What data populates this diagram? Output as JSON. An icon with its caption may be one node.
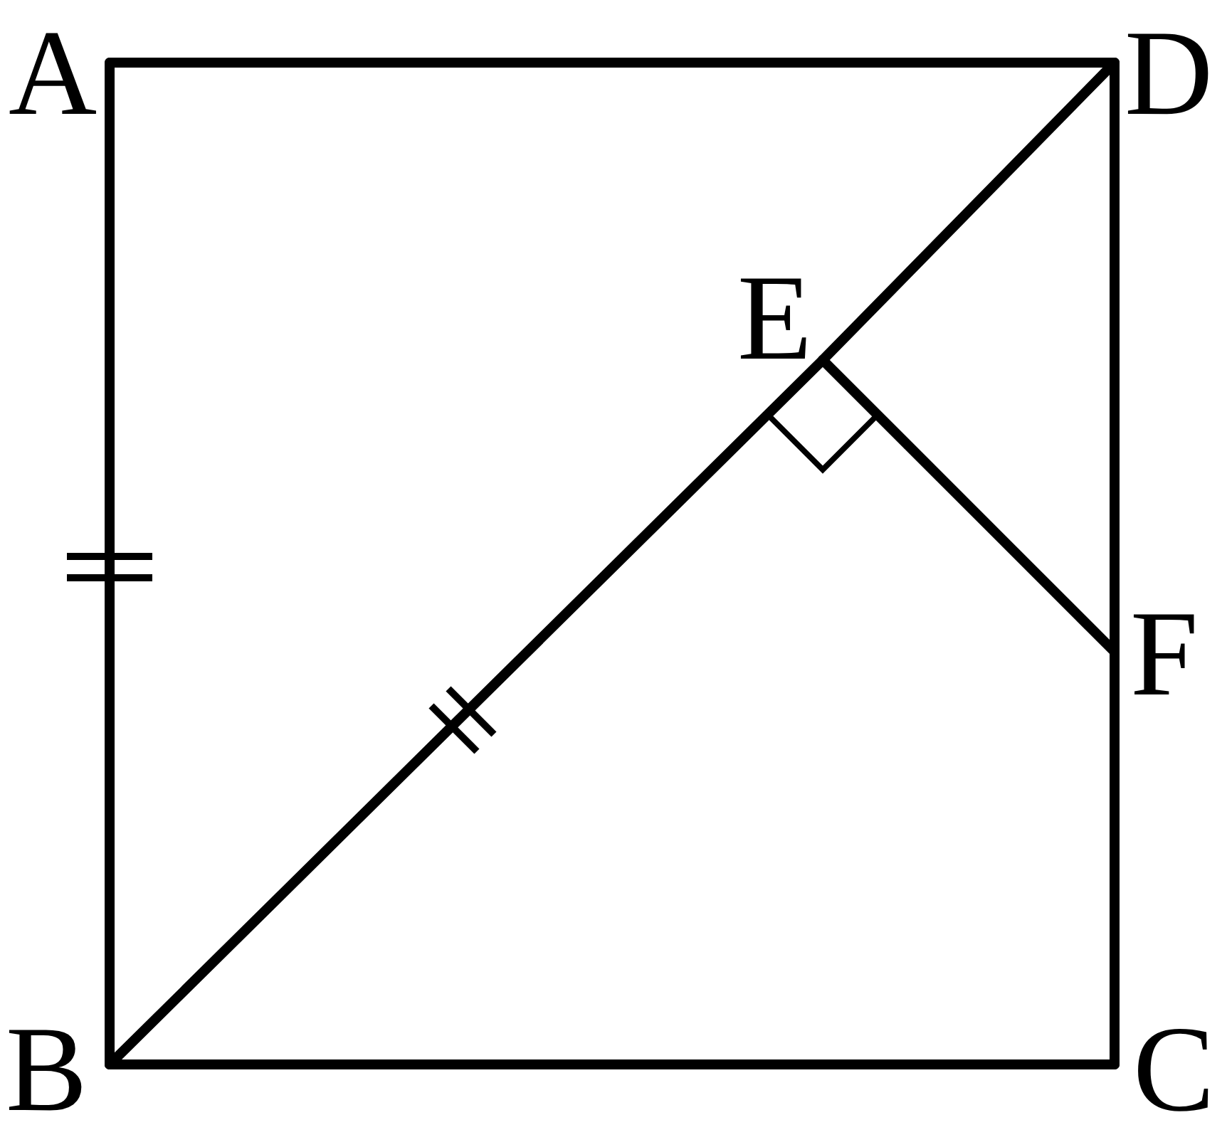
{
  "diagram": {
    "nodes": [
      {
        "text": [
          "A"
        ]
      },
      {
        "text": [
          "D"
        ]
      },
      {
        "text": [
          "E"
        ]
      },
      {
        "text": [
          "F"
        ]
      },
      {
        "text": [
          "B"
        ]
      },
      {
        "text": [
          "C"
        ]
      }
    ],
    "edges": [
      {
        "from": 0,
        "to": 1,
        "arrow": "none"
      },
      {
        "from": 0,
        "to": 4,
        "arrow": "none"
      },
      {
        "from": 4,
        "to": 5,
        "arrow": "none"
      },
      {
        "from": 1,
        "to": 3,
        "arrow": "none"
      },
      {
        "from": 3,
        "to": 5,
        "arrow": "none"
      },
      {
        "from": 4,
        "to": 2,
        "arrow": "none"
      },
      {
        "from": 2,
        "to": 1,
        "arrow": "none"
      },
      {
        "from": 2,
        "to": 3,
        "arrow": "none"
      }
    ]
  }
}
